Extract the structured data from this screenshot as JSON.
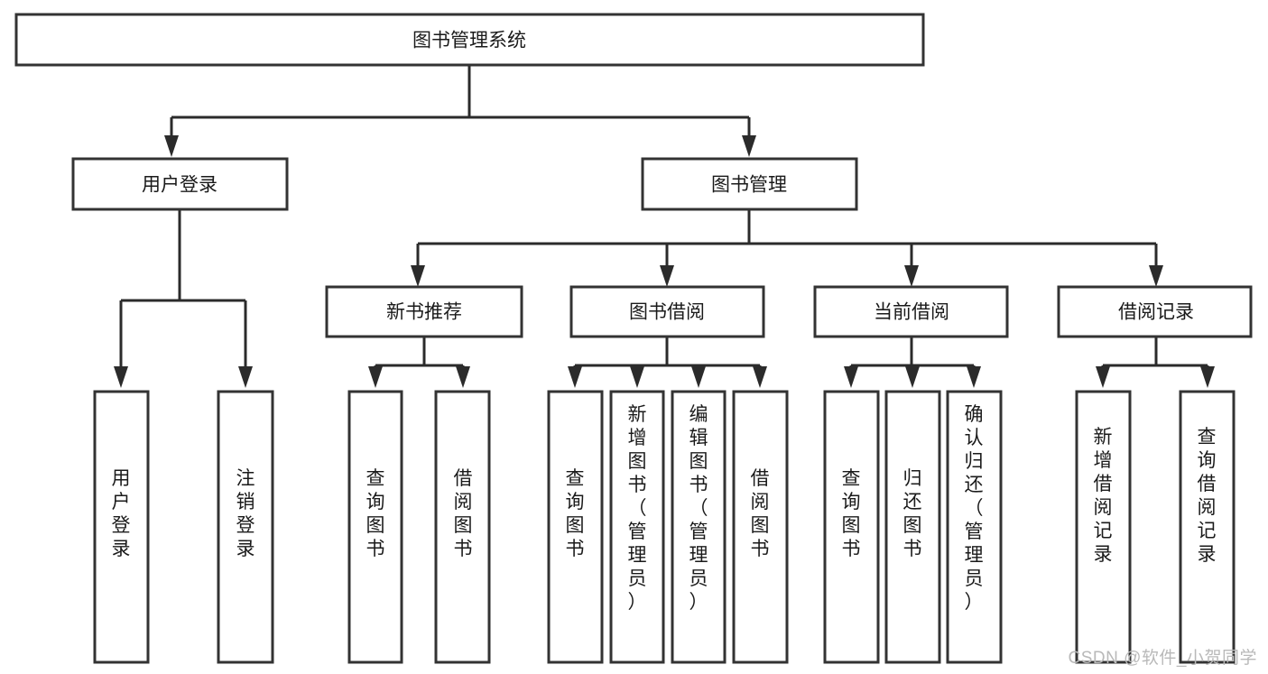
{
  "diagram": {
    "title": "图书管理系统",
    "watermark": "CSDN @软件_小贺同学",
    "colors": {
      "box_stroke": "#333333",
      "box_fill": "#ffffff",
      "connector": "#2b2b2b",
      "text": "#1a1a1a",
      "watermark": "#b9b9b9",
      "background": "#ffffff"
    },
    "root": {
      "label": "图书管理系统"
    },
    "level1": [
      {
        "label": "用户登录"
      },
      {
        "label": "图书管理"
      }
    ],
    "level2": [
      {
        "label": "新书推荐"
      },
      {
        "label": "图书借阅"
      },
      {
        "label": "当前借阅"
      },
      {
        "label": "借阅记录"
      }
    ],
    "leaves": {
      "user_login": [
        {
          "label": "用户登录"
        },
        {
          "label": "注销登录"
        }
      ],
      "new_book_recommend": [
        {
          "label": "查询图书"
        },
        {
          "label": "借阅图书"
        }
      ],
      "book_borrow": [
        {
          "label": "查询图书"
        },
        {
          "label": "新增图书（管理员）"
        },
        {
          "label": "编辑图书（管理员）"
        },
        {
          "label": "借阅图书"
        }
      ],
      "current_borrow": [
        {
          "label": "查询图书"
        },
        {
          "label": "归还图书"
        },
        {
          "label": "确认归还（管理员）"
        }
      ],
      "borrow_record": [
        {
          "label": "新增借阅记录"
        },
        {
          "label": "查询借阅记录"
        }
      ]
    }
  }
}
